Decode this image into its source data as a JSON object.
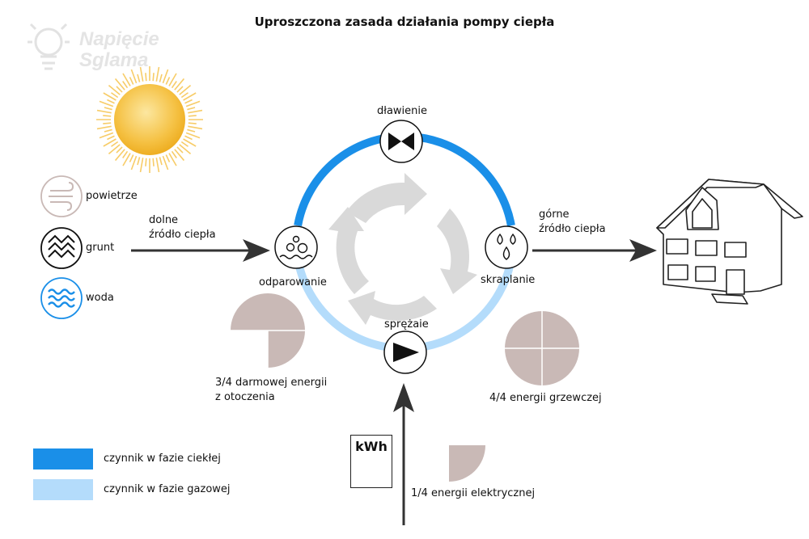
{
  "title": "Uproszczona zasada działania pompy ciepła",
  "watermark": {
    "line1": "Napięcie",
    "line2": "Sglama"
  },
  "colors": {
    "liquid": "#1a8fe8",
    "gas": "#b4dcfb",
    "pie": "#c9b9b6",
    "arrow": "#333333",
    "cycle_arrows": "#d8d8d8",
    "sun": "#f7c545"
  },
  "sources": [
    {
      "label": "powietrze",
      "icon": "wind-icon"
    },
    {
      "label": "grunt",
      "icon": "mountains-icon"
    },
    {
      "label": "woda",
      "icon": "waves-icon"
    }
  ],
  "lower_source": {
    "line1": "dolne",
    "line2": "źródło ciepła"
  },
  "upper_source": {
    "line1": "górne",
    "line2": "źródło ciepła"
  },
  "stages": {
    "throttling": {
      "label": "dławienie",
      "icon": "valve-icon"
    },
    "evaporation": {
      "label": "odparowanie",
      "icon": "bubbles-icon"
    },
    "condensation": {
      "label": "skraplanie",
      "icon": "droplets-icon"
    },
    "compression": {
      "label": "sprężaie",
      "icon": "compressor-icon"
    }
  },
  "energy": {
    "free": {
      "line1": "3/4 darmowej energii",
      "line2": "z otoczenia",
      "fraction": 0.75
    },
    "heating": {
      "label": "4/4 energii grzewczej",
      "fraction": 1.0
    },
    "electric": {
      "label": "1/4 energii elektrycznej",
      "fraction": 0.25
    }
  },
  "kwh_label": "kWh",
  "legend": [
    {
      "label": "czynnik  w  fazie  ciekłej",
      "color": "#1a8fe8"
    },
    {
      "label": "czynnik  w  fazie  gazowej",
      "color": "#b4dcfb"
    }
  ]
}
